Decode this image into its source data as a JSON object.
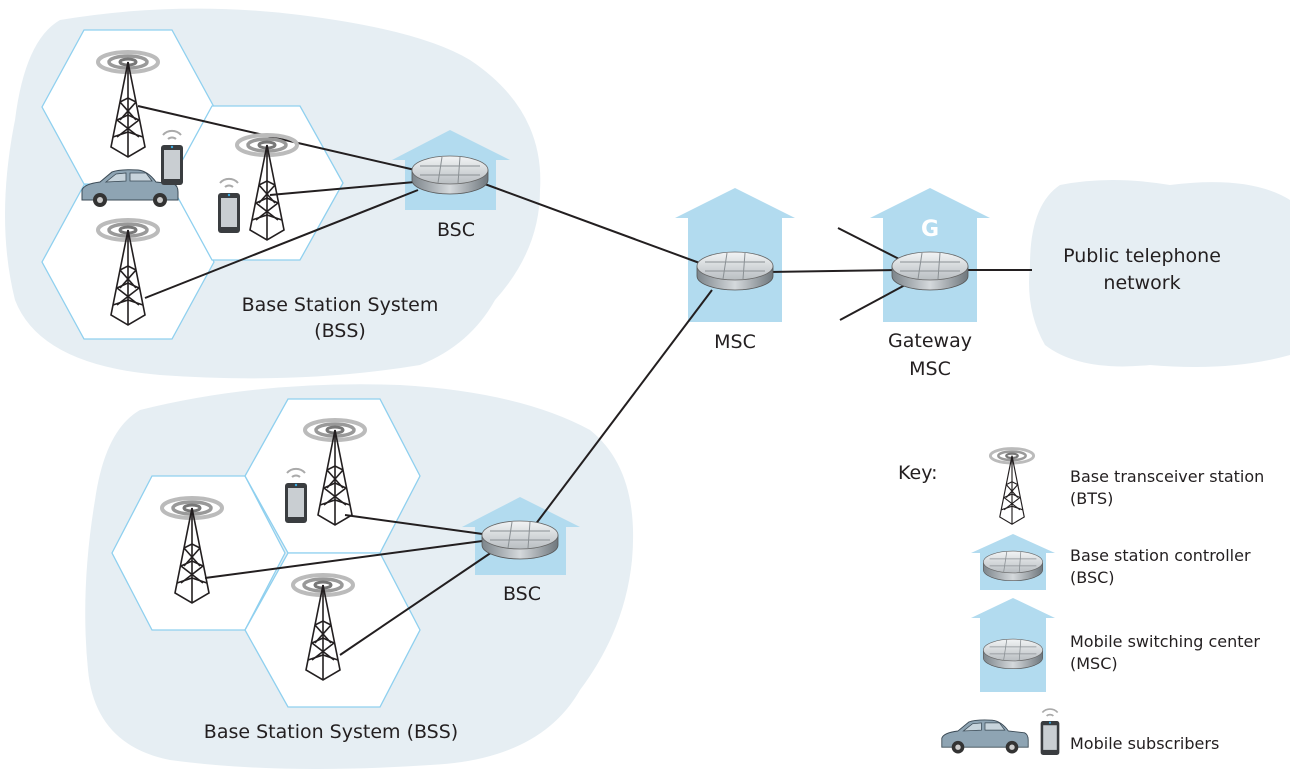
{
  "colors": {
    "cloud": "#e6eef3",
    "house": "#b2dbef",
    "hex_border": "#8fd0ef",
    "link": "#231f20"
  },
  "labels": {
    "bsc_top": "BSC",
    "bss_top_line1": "Base Station System",
    "bss_top_line2": "(BSS)",
    "msc": "MSC",
    "gateway_letter": "G",
    "gateway_line1": "Gateway",
    "gateway_line2": "MSC",
    "network_line1": "Public telephone",
    "network_line2": "network",
    "bsc_bottom": "BSC",
    "bss_bottom": "Base Station System (BSS)"
  },
  "key": {
    "title": "Key:",
    "items": [
      {
        "icon": "tower-icon",
        "line1": "Base transceiver station",
        "line2": "(BTS)"
      },
      {
        "icon": "bsc-icon",
        "line1": "Base station controller",
        "line2": "(BSC)"
      },
      {
        "icon": "msc-icon",
        "line1": "Mobile switching center",
        "line2": "(MSC)"
      },
      {
        "icon": "mobile-subscriber-icon",
        "line1": "Mobile subscribers"
      }
    ]
  }
}
